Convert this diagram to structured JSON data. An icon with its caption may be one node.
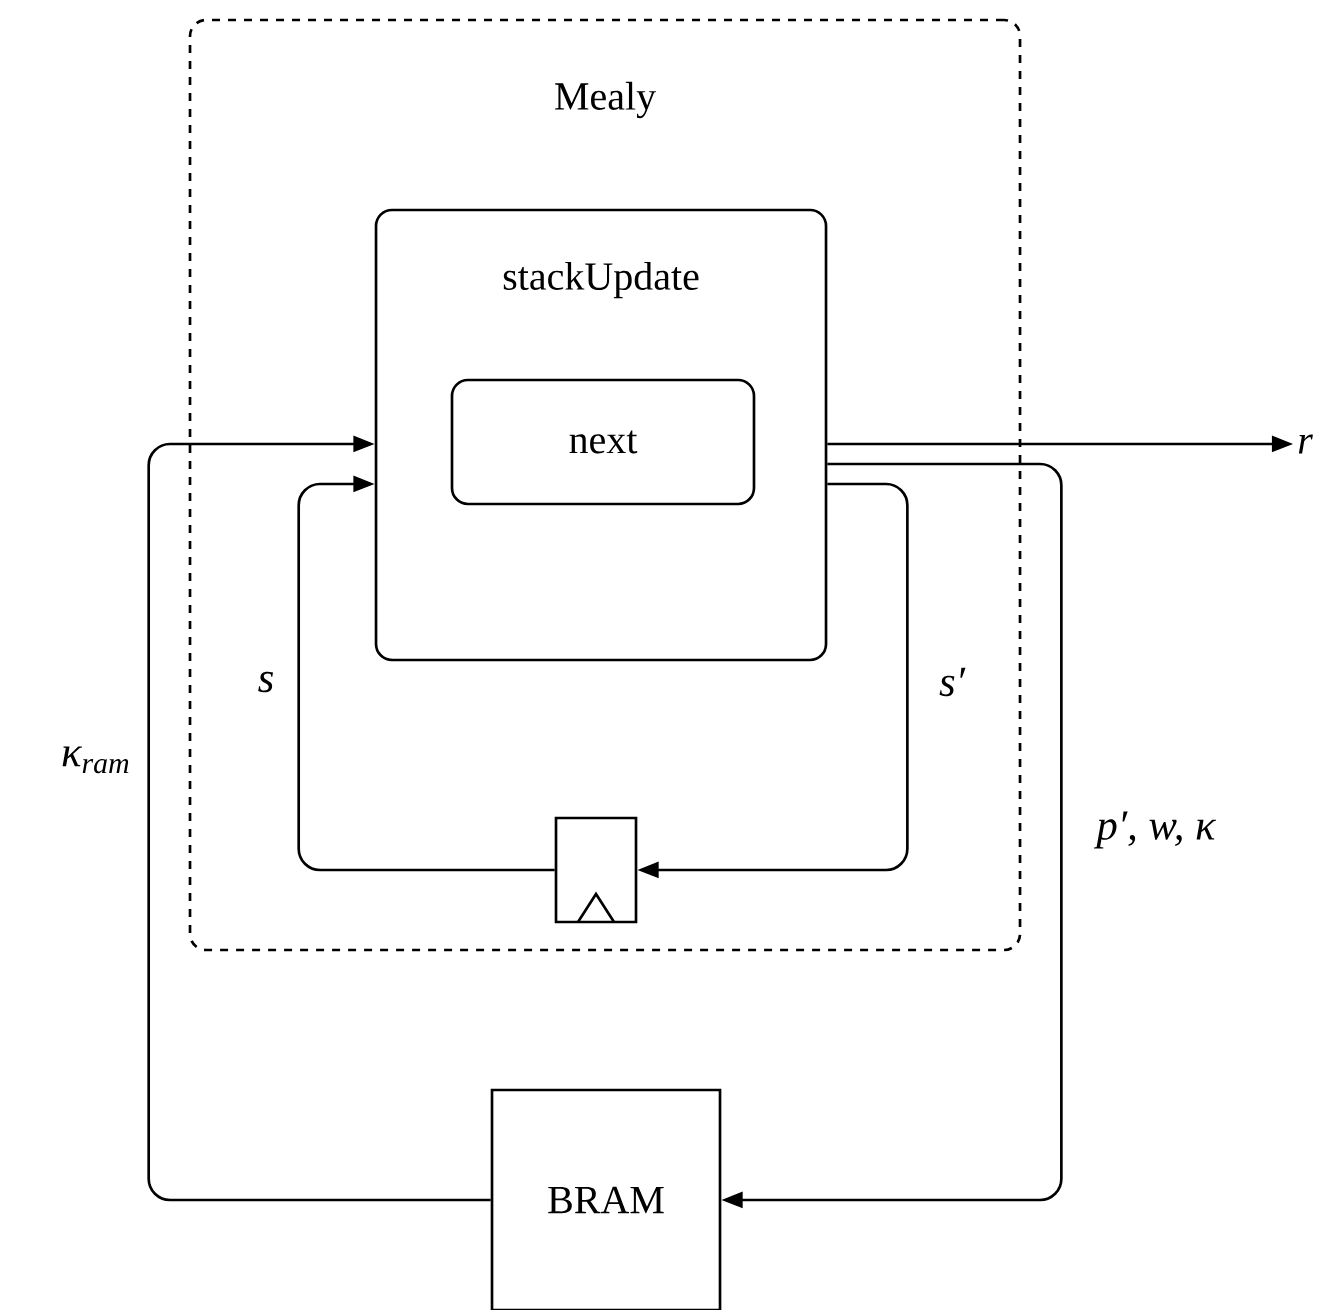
{
  "diagram": {
    "nodes": [
      {
        "text": [
          "Mealy"
        ]
      },
      {
        "text": [
          "stackUpdate"
        ],
        "in": 0
      },
      {
        "text": [
          "next"
        ],
        "in": 1
      },
      {
        "text": [],
        "shape": "box",
        "in": 0
      },
      {
        "text": [
          "BRAM"
        ]
      },
      {
        "text": [
          "r"
        ]
      }
    ],
    "edges": [
      {
        "from": 1,
        "to": 5,
        "arrow": "to"
      },
      {
        "from": 1,
        "to": 3,
        "arrow": "to",
        "label": "s′"
      },
      {
        "from": 3,
        "to": 1,
        "arrow": "to",
        "label": "s"
      },
      {
        "from": 1,
        "to": 4,
        "arrow": "to",
        "label": "p′, w, κ"
      },
      {
        "from": 4,
        "to": 1,
        "arrow": "to",
        "label": "κ$_{ram}$"
      }
    ]
  }
}
